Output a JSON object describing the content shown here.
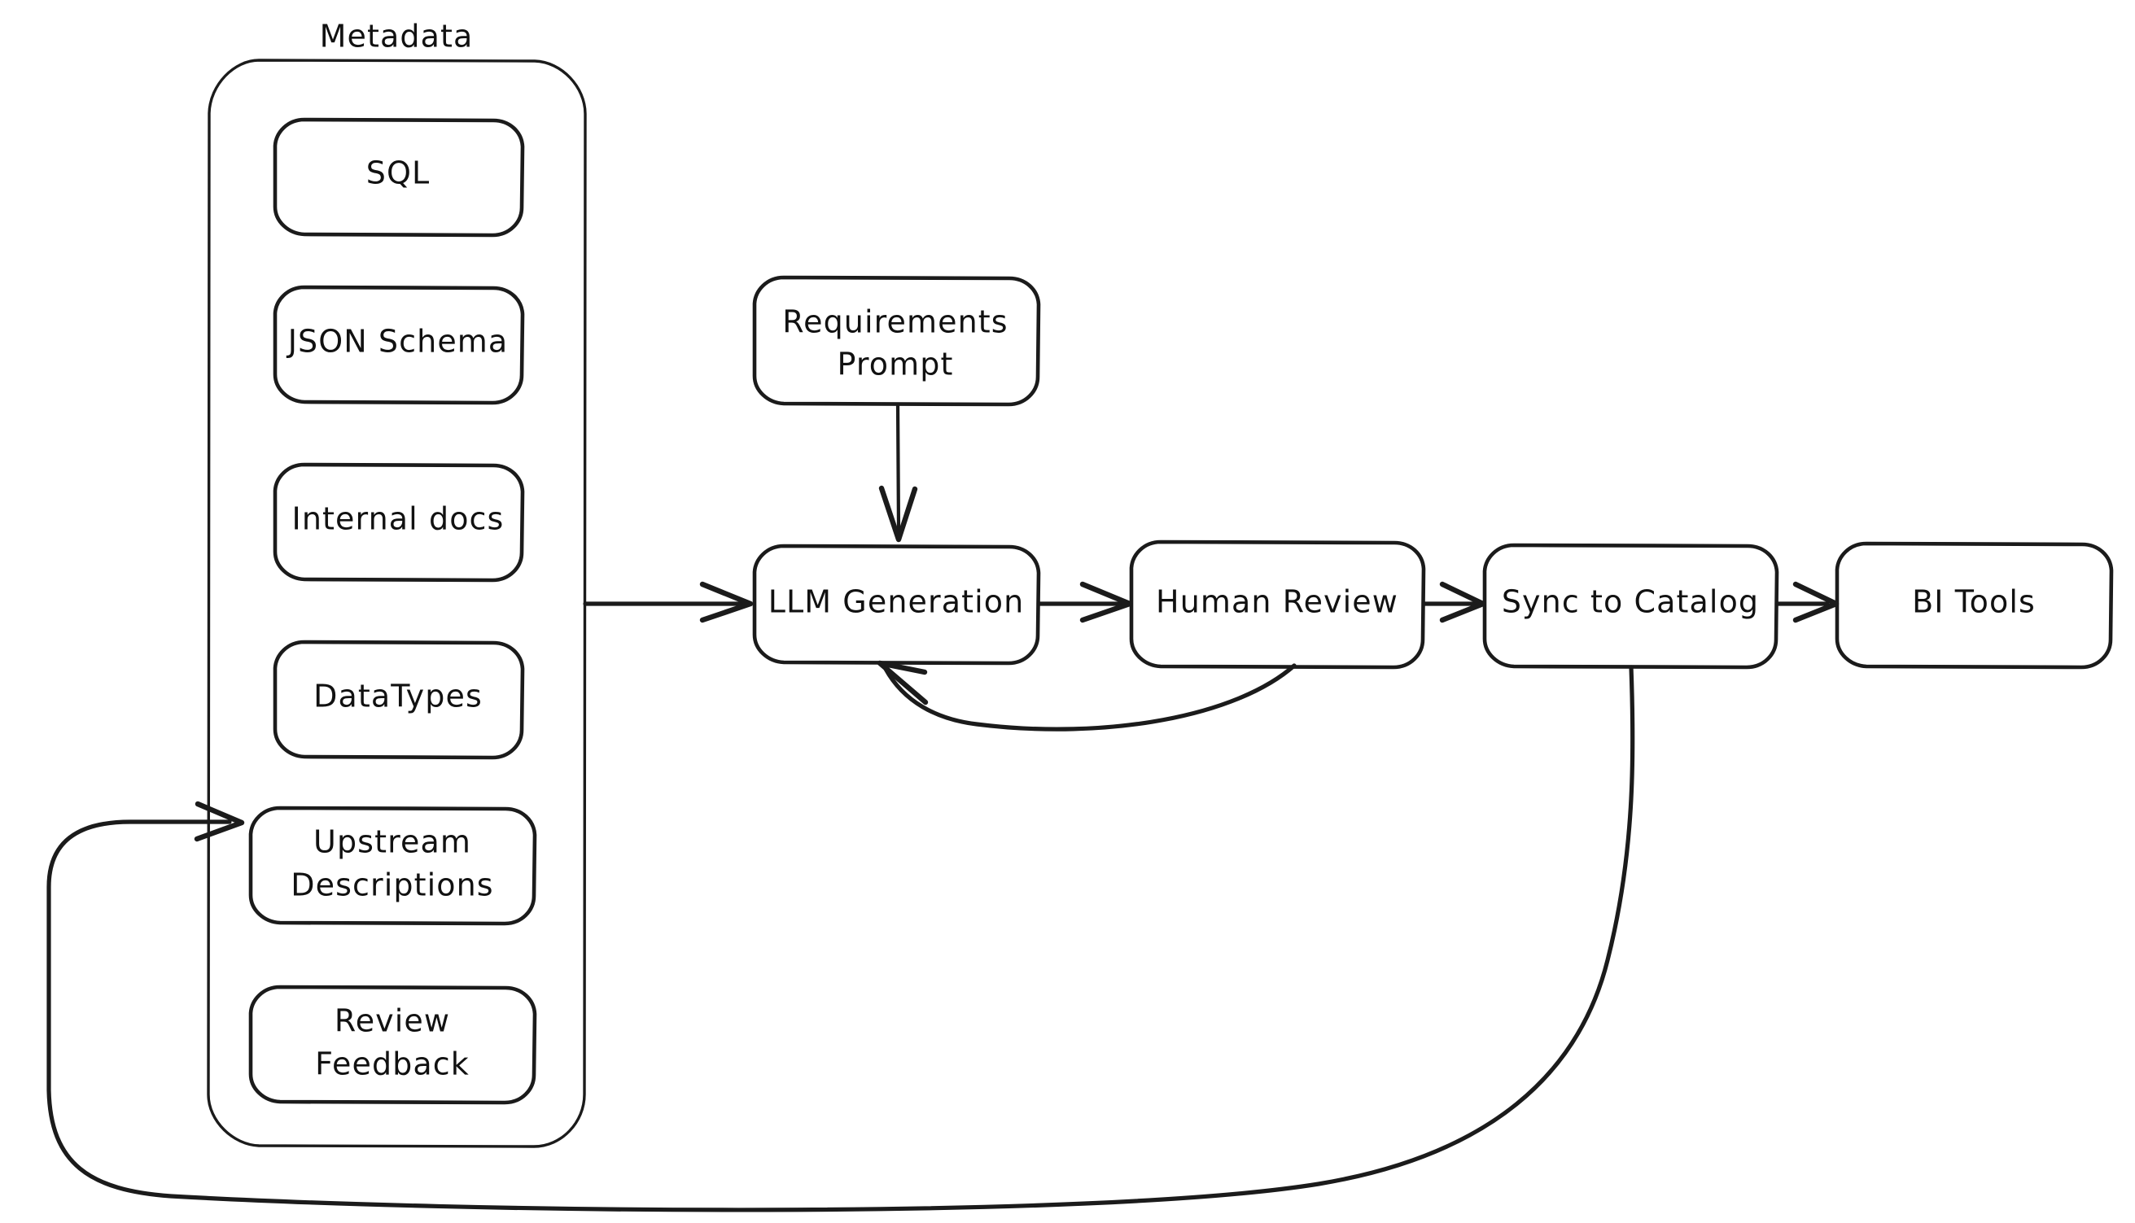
{
  "diagram": {
    "type": "flowchart",
    "title": "",
    "background_color": "#ffffff",
    "stroke_color": "#1b1b1b",
    "fill_color": "#ffffff",
    "style": "hand-drawn",
    "groups": [
      {
        "id": "metadata-group",
        "label": "Metadata",
        "label_position": "top-outside",
        "members": [
          "sql",
          "json-schema",
          "internal-docs",
          "data-types",
          "upstream-descriptions",
          "review-feedback"
        ]
      }
    ],
    "nodes": [
      {
        "id": "sql",
        "label": "SQL",
        "shape": "rounded-rect"
      },
      {
        "id": "json-schema",
        "label": "JSON Schema",
        "shape": "rounded-rect"
      },
      {
        "id": "internal-docs",
        "label": "Internal docs",
        "shape": "rounded-rect"
      },
      {
        "id": "data-types",
        "label": "DataTypes",
        "shape": "rounded-rect"
      },
      {
        "id": "upstream-descriptions",
        "label": "Upstream\nDescriptions",
        "label_line1": "Upstream",
        "label_line2": "Descriptions",
        "shape": "rounded-rect"
      },
      {
        "id": "review-feedback",
        "label": "Review\nFeedback",
        "label_line1": "Review",
        "label_line2": "Feedback",
        "shape": "rounded-rect"
      },
      {
        "id": "requirements-prompt",
        "label": "Requirements\nPrompt",
        "label_line1": "Requirements",
        "label_line2": "Prompt",
        "shape": "rounded-rect"
      },
      {
        "id": "llm-generation",
        "label": "LLM Generation",
        "shape": "rounded-rect"
      },
      {
        "id": "human-review",
        "label": "Human Review",
        "shape": "rounded-rect"
      },
      {
        "id": "sync-to-catalog",
        "label": "Sync to Catalog",
        "shape": "rounded-rect"
      },
      {
        "id": "bi-tools",
        "label": "BI Tools",
        "shape": "rounded-rect"
      }
    ],
    "edges": [
      {
        "id": "edge-metadata-to-llm",
        "from": "metadata-group",
        "to": "llm-generation",
        "label": "",
        "arrow": "end"
      },
      {
        "id": "edge-prompt-to-llm",
        "from": "requirements-prompt",
        "to": "llm-generation",
        "label": "",
        "arrow": "end"
      },
      {
        "id": "edge-llm-to-review",
        "from": "llm-generation",
        "to": "human-review",
        "label": "",
        "arrow": "end"
      },
      {
        "id": "edge-review-to-sync",
        "from": "human-review",
        "to": "sync-to-catalog",
        "label": "",
        "arrow": "end"
      },
      {
        "id": "edge-sync-to-bi",
        "from": "sync-to-catalog",
        "to": "bi-tools",
        "label": "",
        "arrow": "end"
      },
      {
        "id": "edge-review-back-to-llm",
        "from": "human-review",
        "to": "llm-generation",
        "label": "",
        "arrow": "end",
        "kind": "feedback-curve"
      },
      {
        "id": "edge-sync-to-upstream",
        "from": "sync-to-catalog",
        "to": "upstream-descriptions",
        "label": "",
        "arrow": "end",
        "kind": "feedback-loop"
      }
    ]
  }
}
